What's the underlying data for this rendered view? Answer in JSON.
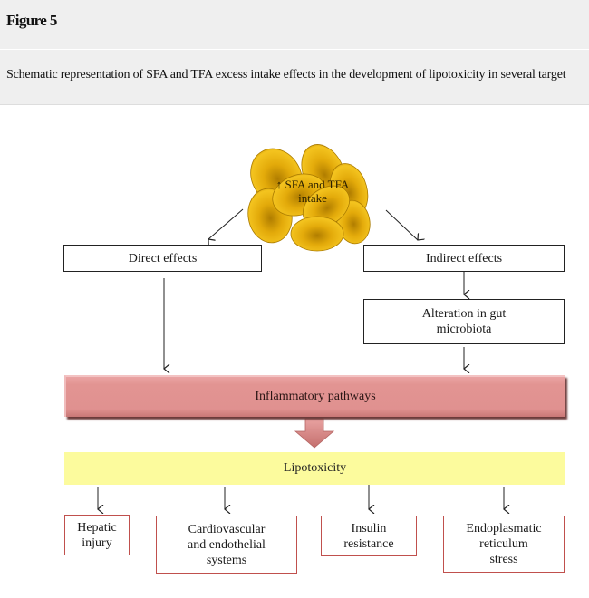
{
  "header": {
    "figure_title": "Figure 5",
    "caption": "Schematic representation of SFA and TFA excess intake effects in the development of lipotoxicity in several target"
  },
  "diagram": {
    "source": {
      "label_line1": "↑ SFA and TFA",
      "label_line2": "intake",
      "icon": "fat-droplets-cluster-icon"
    },
    "direct_effects": "Direct effects",
    "indirect_effects": "Indirect effects",
    "gut_microbiota": {
      "line1": "Alteration in gut",
      "line2": "microbiota"
    },
    "inflammatory": "Inflammatory pathways",
    "lipotoxicity": "Lipotoxicity",
    "targets": [
      {
        "line1": "Hepatic",
        "line2": "injury",
        "line3": ""
      },
      {
        "line1": "Cardiovascular",
        "line2": "and endothelial",
        "line3": "systems"
      },
      {
        "line1": "Insulin",
        "line2": "resistance",
        "line3": ""
      },
      {
        "line1": "Endoplasmatic",
        "line2": "reticulum",
        "line3": "stress"
      }
    ],
    "colors": {
      "inflammatory_fill": "#e09190",
      "lipotoxicity_fill": "#fcfb9d",
      "target_border": "#c0504d",
      "droplet_fill": "#e8b00c"
    }
  }
}
